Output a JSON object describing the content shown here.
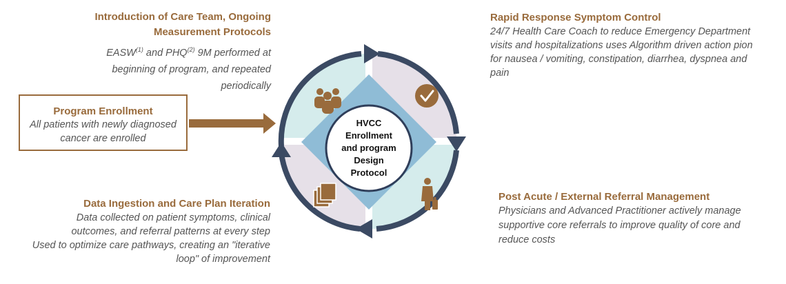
{
  "top_left": {
    "title_line1": "Introduction of Care Team, Ongoing",
    "title_line2": "Measurement Protocols",
    "line1_a": "EASW",
    "line1_sup1": "(1)",
    "line1_b": " and PHQ",
    "line1_sup2": "(2)",
    "line1_c": " 9M performed at",
    "line2": "beginning of program, and repeated",
    "line3": "periodically"
  },
  "enrollment": {
    "title": "Program Enrollment",
    "line1": "All patients with newly diagnosed",
    "line2": "cancer are enrolled"
  },
  "bottom_left": {
    "title": "Data Ingestion and Care Plan Iteration",
    "line1": "Data collected on patient symptoms, clinical",
    "line2": "outcomes, and referral patterns at every step",
    "line3": "Used to optimize care pathways, creating an \"iterative",
    "line4": "loop\" of improvement"
  },
  "top_right": {
    "title": "Rapid Response Symptom Control",
    "line1": "24/7 Health Care Coach to reduce Emergency Department",
    "line2": "visits and hospitalizations uses Algorithm driven action pion",
    "line3": "for nausea / vomiting, constipation, diarrhea, dyspnea and",
    "line4": "pain"
  },
  "bottom_right": {
    "title": "Post Acute / External Referral Management",
    "line1": "Physicians and Advanced Practitioner actively manage",
    "line2": "supportive core referrals to improve quality of core and",
    "line3": "reduce costs"
  },
  "center": {
    "line1": "HVCC",
    "line2": "Enrollment",
    "line3": "and program",
    "line4": "Design",
    "line5": "Protocol"
  },
  "icons": {
    "top_left": "people-group-icon",
    "top_right": "checkmark-icon",
    "bottom_left": "documents-stack-icon",
    "bottom_right": "person-with-luggage-icon"
  },
  "colors": {
    "accent_brown": "#996b3c",
    "ring_arrow": "#3b4a63",
    "quadrant_teal": "#d5ecec",
    "quadrant_lavender": "#e6e0e8",
    "diamond_blue": "#8fbcd6"
  }
}
